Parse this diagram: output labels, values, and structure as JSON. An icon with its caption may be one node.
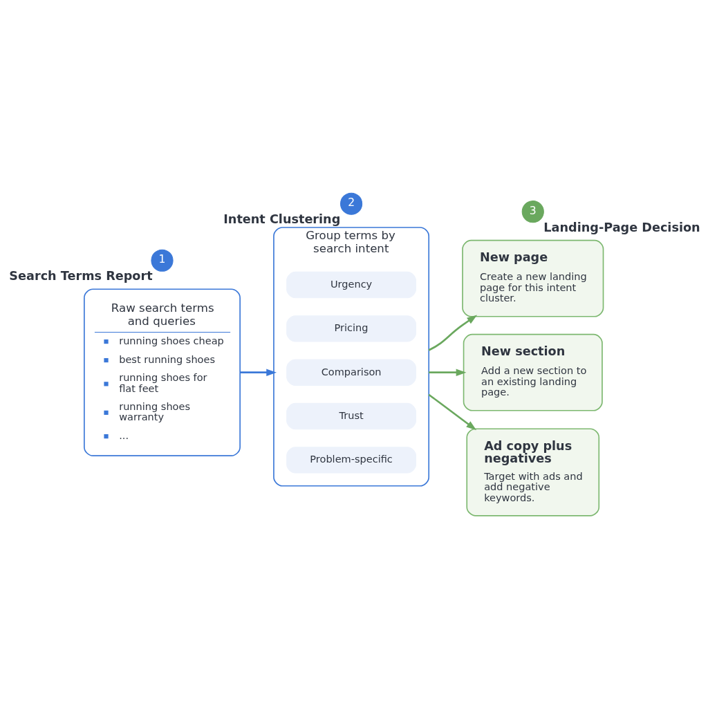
{
  "diagram": {
    "nodes": [
      {
        "text": [
          "1"
        ],
        "beside": [
          "Search Terms Report"
        ]
      },
      {
        "text": [
          "Raw search terms and queries",
          "running shoes cheap",
          "best running shoes",
          "running shoes for flat feet",
          "running shoes warranty",
          "..."
        ]
      },
      {
        "text": [
          "2"
        ],
        "beside": [
          "Intent Clustering"
        ]
      },
      {
        "text": [
          "Group terms by search intent"
        ]
      },
      {
        "text": [
          "Urgency"
        ],
        "in": 3
      },
      {
        "text": [
          "Pricing"
        ],
        "in": 3
      },
      {
        "text": [
          "Comparison"
        ],
        "in": 3
      },
      {
        "text": [
          "Trust"
        ],
        "in": 3
      },
      {
        "text": [
          "Problem-specific"
        ],
        "in": 3
      },
      {
        "text": [
          "3"
        ],
        "beside": [
          "Landing-Page Decision"
        ]
      },
      {
        "text": [
          "New page",
          "Create a new landing page for this intent cluster."
        ]
      },
      {
        "text": [
          "New section",
          "Add a new section to an existing landing page."
        ]
      },
      {
        "text": [
          "Ad copy plus negatives",
          "Target with ads and add negative keywords."
        ]
      }
    ],
    "edges": [
      {
        "from": 1,
        "to": 3,
        "arrow": "to",
        "color": "#3b78d8"
      },
      {
        "from": 3,
        "to": 10,
        "arrow": "to"
      },
      {
        "from": 3,
        "to": 11,
        "arrow": "to"
      },
      {
        "from": 3,
        "to": 12,
        "arrow": "to"
      }
    ]
  }
}
